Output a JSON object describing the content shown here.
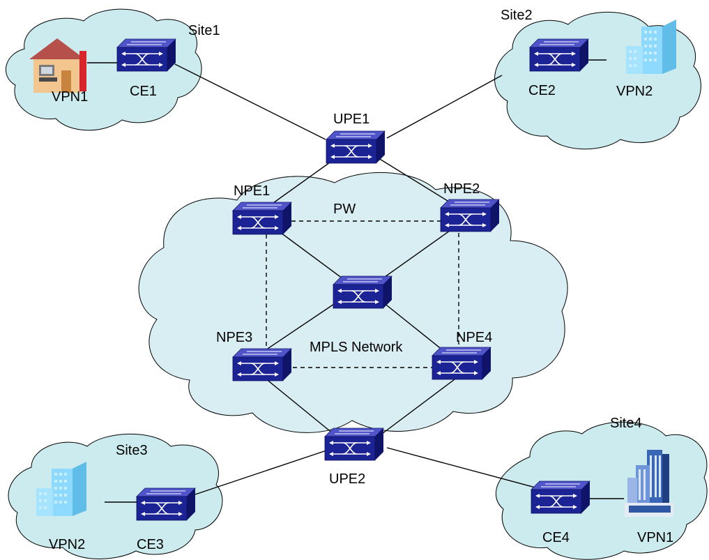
{
  "labels": {
    "site1": "Site1",
    "site2": "Site2",
    "site3": "Site3",
    "site4": "Site4",
    "ce1": "CE1",
    "ce2": "CE2",
    "ce3": "CE3",
    "ce4": "CE4",
    "upe1": "UPE1",
    "upe2": "UPE2",
    "npe1": "NPE1",
    "npe2": "NPE2",
    "npe3": "NPE3",
    "npe4": "NPE4",
    "pw": "PW",
    "mpls": "MPLS Network",
    "site1_vpn": "VPN1",
    "site2_vpn": "VPN2",
    "site3_vpn": "VPN2",
    "site4_vpn": "VPN1"
  },
  "colors": {
    "switch_top": "#4f54c8",
    "switch_front": "#1c2394",
    "switch_side": "#0f1468",
    "site_cloud": "#ccebee",
    "mpls_cloud": "#d9eef3",
    "building_light": "#7fd3ff",
    "house_roof": "#b5504a",
    "office_tower": "#3a66b8"
  }
}
